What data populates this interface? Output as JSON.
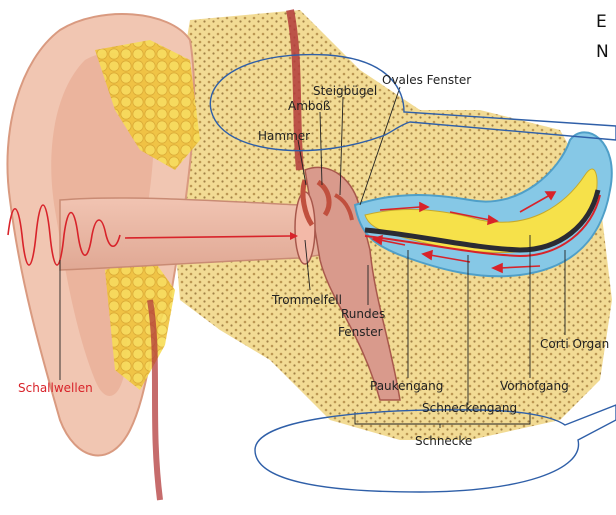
{
  "labels": {
    "schallwellen": "Schallwellen",
    "hammer": "Hammer",
    "amboss": "Amboß",
    "steigbuegel": "Steigbügel",
    "ovales_fenster": "Ovales Fenster",
    "trommelfell": "Trommelfell",
    "rundes_fenster_1": "Rundes",
    "rundes_fenster_2": "Fenster",
    "corti_organ": "Corti Organ",
    "paukengang": "Paukengang",
    "vorhofgang": "Vorhofgang",
    "schneckengang": "Schneckengang",
    "schnecke": "Schnecke"
  },
  "corner_text": [
    "E",
    "N"
  ],
  "colors": {
    "skin": "#f3c6b0",
    "skin_dark": "#e3a58c",
    "bone": "#f1d98e",
    "bone_dots": "#b8914a",
    "fat": "#f5d44a",
    "canal": "#eab8a6",
    "cochlea_fluid": "#89c9e8",
    "cochlea_yellow": "#f6e24a",
    "cochlea_dark": "#2b2b33",
    "wave_red": "#d8232a",
    "callout_blue": "#2f5fa8"
  }
}
